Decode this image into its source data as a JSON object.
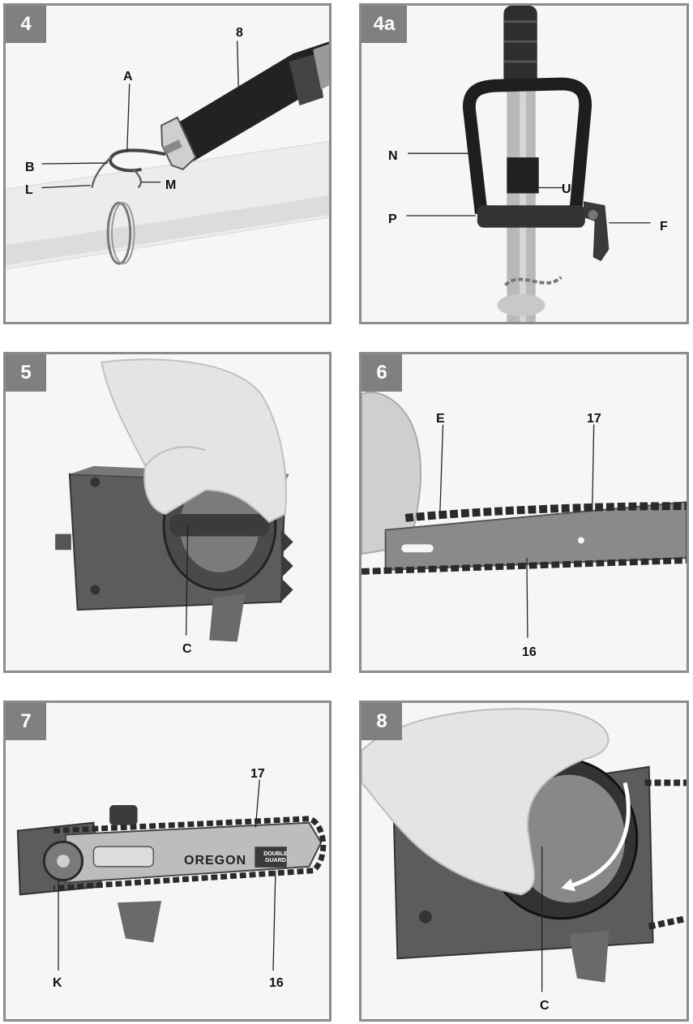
{
  "figures": [
    {
      "number": "4",
      "labels": {
        "a": "A",
        "b": "B",
        "l": "L",
        "m": "M",
        "n8": "8"
      }
    },
    {
      "number": "4a",
      "labels": {
        "n": "N",
        "u": "U",
        "p": "P",
        "f": "F"
      }
    },
    {
      "number": "5",
      "labels": {
        "c": "C"
      }
    },
    {
      "number": "6",
      "labels": {
        "e": "E",
        "n17": "17",
        "n16": "16"
      }
    },
    {
      "number": "7",
      "labels": {
        "n17": "17",
        "k": "K",
        "n16": "16"
      },
      "logo_text": "OREGON",
      "badge_text": "DOUBLE GUARD"
    },
    {
      "number": "8",
      "labels": {
        "c": "C"
      }
    }
  ],
  "colors": {
    "badge": "#808080",
    "border": "#8c8c8c"
  }
}
